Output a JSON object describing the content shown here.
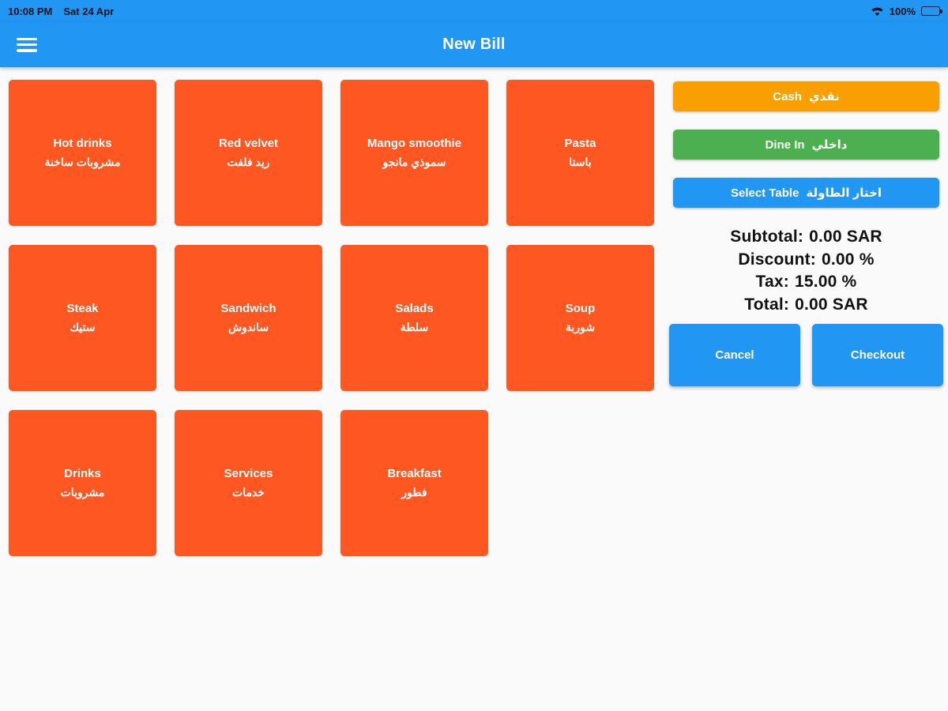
{
  "status_bar": {
    "time": "10:08 PM",
    "date": "Sat 24 Apr",
    "battery_percent": "100%"
  },
  "app_bar": {
    "title": "New Bill"
  },
  "categories": [
    {
      "name": "Hot drinks",
      "name_ar": "مشروبات ساخنة"
    },
    {
      "name": "Red velvet",
      "name_ar": "ريد فلفت"
    },
    {
      "name": "Mango smoothie",
      "name_ar": "سموذي مانجو"
    },
    {
      "name": "Pasta",
      "name_ar": "باستا"
    },
    {
      "name": "Steak",
      "name_ar": "ستيك"
    },
    {
      "name": "Sandwich",
      "name_ar": "ساندوش"
    },
    {
      "name": "Salads",
      "name_ar": "سلطة"
    },
    {
      "name": "Soup",
      "name_ar": "شوربة"
    },
    {
      "name": "Drinks",
      "name_ar": "مشروبات"
    },
    {
      "name": "Services",
      "name_ar": "خدمات"
    },
    {
      "name": "Breakfast",
      "name_ar": "فطور"
    }
  ],
  "order_panel": {
    "payment_button": {
      "label_en": "Cash",
      "label_ar": "نقدي",
      "color": "#F9A000"
    },
    "order_type_button": {
      "label_en": "Dine In",
      "label_ar": "داخلي",
      "color": "#4CAF50"
    },
    "table_button": {
      "label_en": "Select Table",
      "label_ar": "اختار الطاولة",
      "color": "#2196F3"
    },
    "totals": [
      {
        "label": "Subtotal:",
        "value": "0.00 SAR"
      },
      {
        "label": "Discount:",
        "value": "0.00 %"
      },
      {
        "label": "Tax:",
        "value": "15.00 %"
      },
      {
        "label": "Total:",
        "value": "0.00 SAR"
      }
    ],
    "cancel_label": "Cancel",
    "checkout_label": "Checkout"
  },
  "colors": {
    "primary": "#2196F3",
    "tile_orange": "#FF5722",
    "cash_orange": "#F9A000",
    "dine_in_green": "#4CAF50",
    "background": "#FAFAFA"
  }
}
